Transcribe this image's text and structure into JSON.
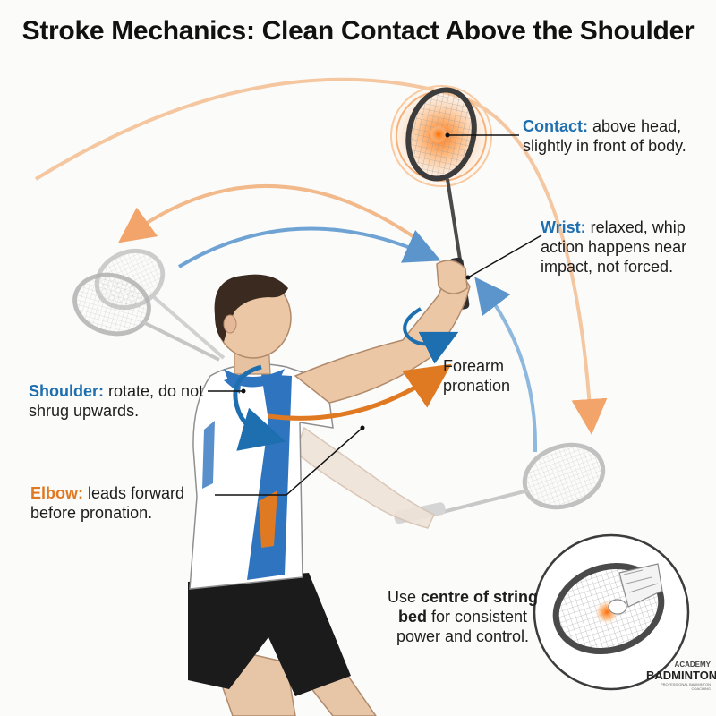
{
  "title": "Stroke Mechanics: Clean Contact Above the Shoulder",
  "annotations": {
    "contact": {
      "term": "Contact:",
      "text": " above head, slightly in front of body."
    },
    "wrist": {
      "term": "Wrist:",
      "text": " relaxed, whip action happens near impact, not forced."
    },
    "shoulder": {
      "term": "Shoulder:",
      "text": " rotate, do not shrug upwards."
    },
    "elbow": {
      "term": "Elbow:",
      "text": " leads forward before pronation."
    },
    "forearm": {
      "text": "Forearm pronation"
    },
    "centre": {
      "pre": "Use ",
      "bold": "centre of string bed",
      "post": " for consistent power and control."
    }
  },
  "logo": {
    "line1": "ACADEMY",
    "line2": "BADMINTON",
    "line3": "PROFESSIONAL BADMINTON COACHING"
  },
  "colors": {
    "blue": "#1e6fb0",
    "orange": "#e07a22",
    "shirt_blue": "#2f74bf",
    "shorts": "#1b1b1b"
  }
}
